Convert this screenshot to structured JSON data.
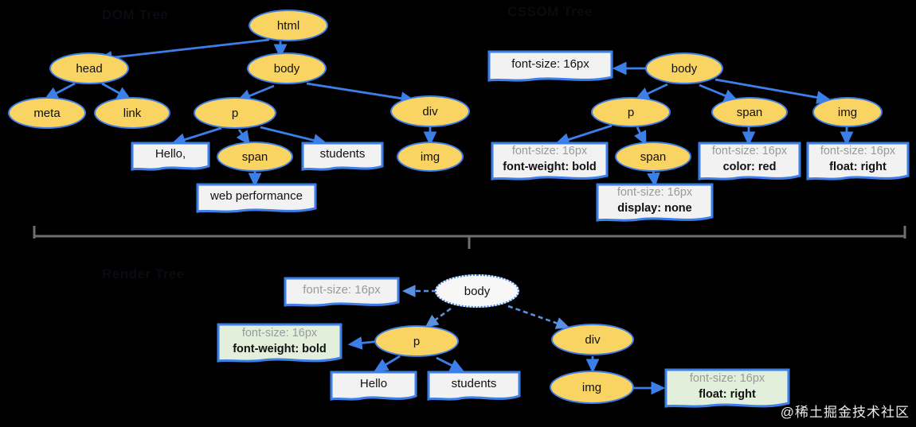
{
  "page": {
    "background": "#000000",
    "node_fill": "#FAD462",
    "node_border": "#3D7FE8",
    "box_fill": "#F2F2F2",
    "box_fill_green": "#E2EFDA",
    "muted_text": "#9A9A9A",
    "watermark": "@稀土掘金技术社区"
  },
  "sections": {
    "dom_title": "DOM Tree",
    "cssom_title": "CSSOM Tree",
    "render_title": "Render Tree"
  },
  "dom_tree": {
    "nodes": [
      {
        "id": "html",
        "label": "html",
        "type": "ellipse"
      },
      {
        "id": "head",
        "label": "head",
        "type": "ellipse"
      },
      {
        "id": "body",
        "label": "body",
        "type": "ellipse"
      },
      {
        "id": "meta",
        "label": "meta",
        "type": "ellipse"
      },
      {
        "id": "link",
        "label": "link",
        "type": "ellipse"
      },
      {
        "id": "p",
        "label": "p",
        "type": "ellipse"
      },
      {
        "id": "div",
        "label": "div",
        "type": "ellipse"
      },
      {
        "id": "hello",
        "label": "Hello,",
        "type": "box"
      },
      {
        "id": "span",
        "label": "span",
        "type": "ellipse"
      },
      {
        "id": "students",
        "label": "students",
        "type": "box"
      },
      {
        "id": "img",
        "label": "img",
        "type": "ellipse"
      },
      {
        "id": "webperf",
        "label": "web performance",
        "type": "box"
      }
    ]
  },
  "cssom_tree": {
    "nodes": [
      {
        "id": "c-body",
        "label": "body",
        "type": "ellipse"
      },
      {
        "id": "c-p",
        "label": "p",
        "type": "ellipse"
      },
      {
        "id": "c-span1",
        "label": "span",
        "type": "ellipse"
      },
      {
        "id": "c-span2",
        "label": "span",
        "type": "ellipse"
      },
      {
        "id": "c-img",
        "label": "img",
        "type": "ellipse"
      }
    ],
    "rules": [
      {
        "id": "r-body",
        "lines": [
          "font-size: 16px"
        ],
        "muted": [
          false
        ]
      },
      {
        "id": "r-p",
        "lines": [
          "font-size: 16px",
          "font-weight: bold"
        ],
        "muted": [
          true,
          false
        ]
      },
      {
        "id": "r-span1",
        "lines": [
          "font-size: 16px",
          "display: none"
        ],
        "muted": [
          true,
          false
        ]
      },
      {
        "id": "r-span2",
        "lines": [
          "font-size: 16px",
          "color: red"
        ],
        "muted": [
          true,
          false
        ]
      },
      {
        "id": "r-img",
        "lines": [
          "font-size: 16px",
          "float: right"
        ],
        "muted": [
          true,
          false
        ]
      }
    ]
  },
  "render_tree": {
    "nodes": [
      {
        "id": "t-body",
        "label": "body",
        "type": "ellipse-ghost"
      },
      {
        "id": "t-p",
        "label": "p",
        "type": "ellipse"
      },
      {
        "id": "t-div",
        "label": "div",
        "type": "ellipse"
      },
      {
        "id": "t-img",
        "label": "img",
        "type": "ellipse"
      },
      {
        "id": "t-hello",
        "label": "Hello",
        "type": "box"
      },
      {
        "id": "t-students",
        "label": "students",
        "type": "box"
      }
    ],
    "rules": [
      {
        "id": "tr-body",
        "lines": [
          "font-size: 16px"
        ],
        "muted": [
          true
        ],
        "fill": "plain"
      },
      {
        "id": "tr-p",
        "lines": [
          "font-size: 16px",
          "font-weight: bold"
        ],
        "muted": [
          true,
          false
        ],
        "fill": "green"
      },
      {
        "id": "tr-img",
        "lines": [
          "font-size: 16px",
          "float: right"
        ],
        "muted": [
          true,
          false
        ],
        "fill": "green"
      }
    ]
  }
}
